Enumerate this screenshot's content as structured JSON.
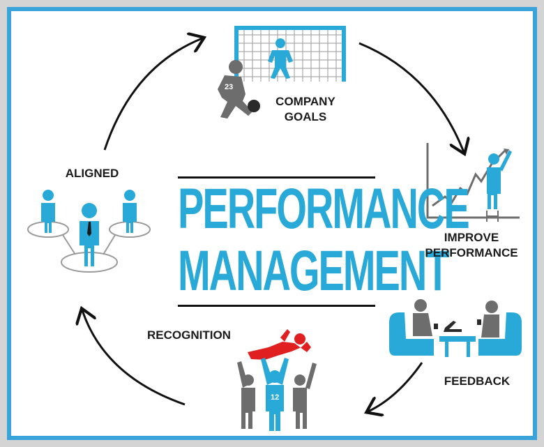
{
  "title": {
    "line1": "PERFORMANCE",
    "line2": "MANAGEMENT"
  },
  "labels": {
    "company_goals": "COMPANY\nGOALS",
    "improve_performance": "IMPROVE\nPERFORMANCE",
    "feedback": "FEEDBACK",
    "recognition": "RECOGNITION",
    "aligned": "ALIGNED"
  },
  "jersey_numbers": {
    "striker": "23",
    "lifted": "12"
  },
  "colors": {
    "accent": "#28a9d8",
    "border": "#3aa3d9",
    "figure_gray": "#6d6d6d",
    "lifted_red": "#e02020",
    "text": "#1a1a1a"
  }
}
